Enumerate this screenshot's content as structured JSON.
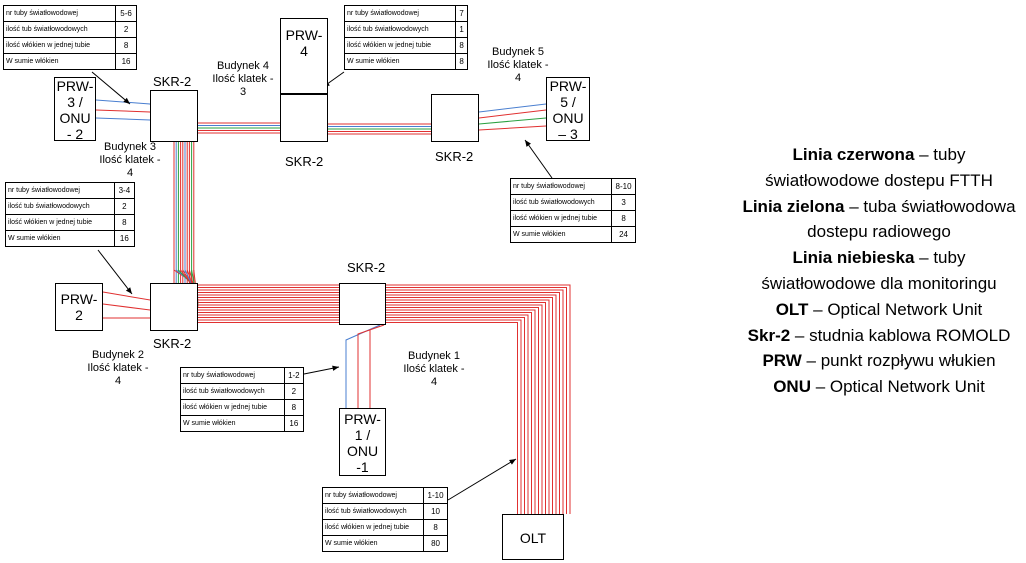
{
  "nodes": {
    "prw3": "PRW-\n3 /\nONU\n- 2",
    "prw4": "PRW-\n4",
    "prw5": "PRW-\n5 /\nONU\n– 3",
    "prw2": "PRW-\n2",
    "prw1": "PRW-\n1 /\nONU\n-1",
    "olt": "OLT"
  },
  "skr_label": "SKR-2",
  "skr_label_alt": "SKr-2",
  "buildings": {
    "b3": "Budynek 3\nIlość klatek -\n4",
    "b4": "Budynek 4\nIlość klatek -\n3",
    "b5": "Budynek 5\nIlość klatek -\n4",
    "b2": "Budynek 2\nIlość klatek -\n4",
    "b1": "Budynek 1\nIlość klatek -\n4"
  },
  "table_labels": [
    "nr tuby światłowodowej",
    "ilość tub światłowodowych",
    "ilość włókien w jednej tubie",
    "W sumie włókien"
  ],
  "tables": {
    "t1": [
      "5-6",
      "2",
      "8",
      "16"
    ],
    "t2": [
      "7",
      "1",
      "8",
      "8"
    ],
    "t3": [
      "3-4",
      "2",
      "8",
      "16"
    ],
    "t4": [
      "8-10",
      "3",
      "8",
      "24"
    ],
    "t5": [
      "1-2",
      "2",
      "8",
      "16"
    ],
    "t6": [
      "1-10",
      "10",
      "8",
      "80"
    ]
  },
  "legend": [
    {
      "term": "Linia czerwona",
      "desc": " – tuby światłowodowe dostepu FTTH"
    },
    {
      "term": "Linia zielona",
      "desc": " – tuba światłowodowa dostepu radiowego"
    },
    {
      "term": "Linia niebieska",
      "desc": " – tuby światłowodowe dla monitoringu"
    },
    {
      "term": "OLT",
      "desc": " – Optical Network Unit"
    },
    {
      "term": "Skr-2",
      "desc": " – studnia kablowa ROMOLD"
    },
    {
      "term": "PRW",
      "desc": " – punkt rozpływu włukien"
    },
    {
      "term": "ONU",
      "desc": " – Optical Network Unit"
    }
  ],
  "colors": {
    "red": "#e03030",
    "green": "#2aa040",
    "blue": "#4a7fd0",
    "line": "#000000"
  }
}
